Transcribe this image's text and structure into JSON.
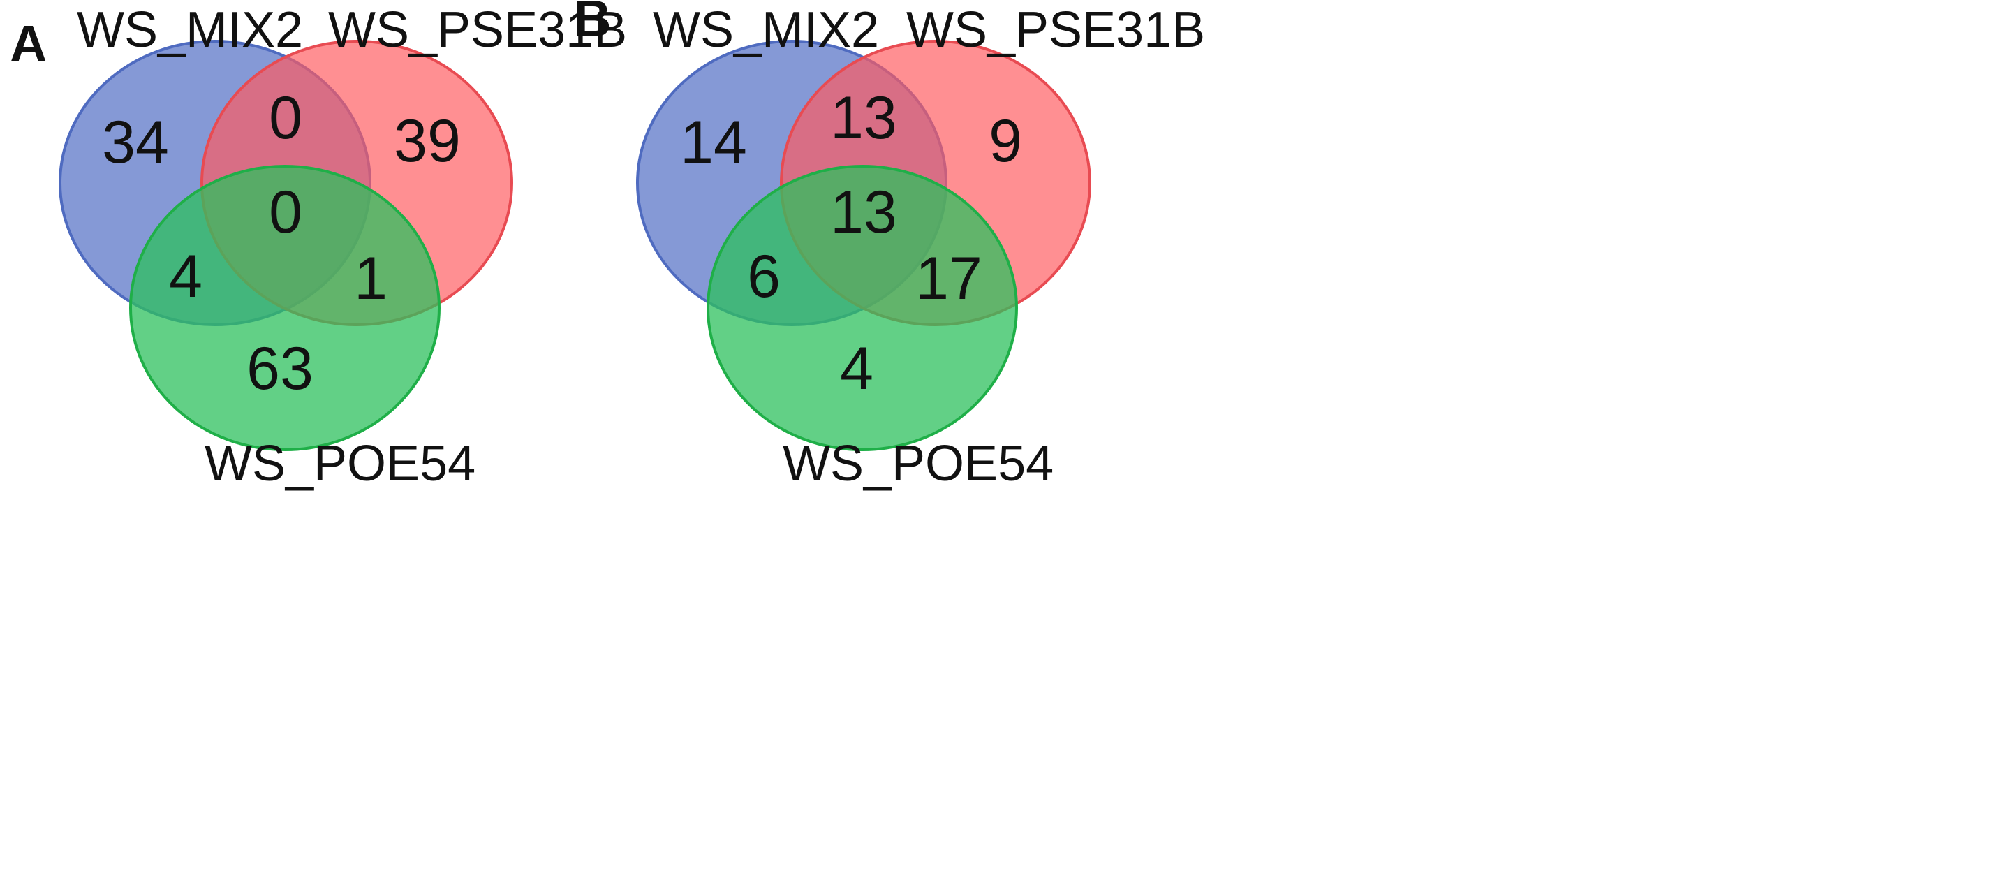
{
  "colors": {
    "set_a": "#5873C7",
    "set_b": "#FF5A5F",
    "set_c": "#2EC05E",
    "set_a_stroke": "#4F6BC0",
    "set_b_stroke": "#E84B52",
    "set_c_stroke": "#1FAF48"
  },
  "panels": [
    {
      "letter": "A",
      "sets": [
        "WS_MIX2",
        "WS_PSE31B",
        "WS_POE54"
      ],
      "counts": {
        "only_a": "34",
        "a_and_b": "0",
        "only_b": "39",
        "a_b_c": "0",
        "a_and_c": "4",
        "b_and_c": "1",
        "only_c": "63"
      }
    },
    {
      "letter": "B",
      "sets": [
        "WS_MIX2",
        "WS_PSE31B",
        "WS_POE54"
      ],
      "counts": {
        "only_a": "14",
        "a_and_b": "13",
        "only_b": "9",
        "a_b_c": "13",
        "a_and_c": "6",
        "b_and_c": "17",
        "only_c": "4"
      }
    }
  ]
}
